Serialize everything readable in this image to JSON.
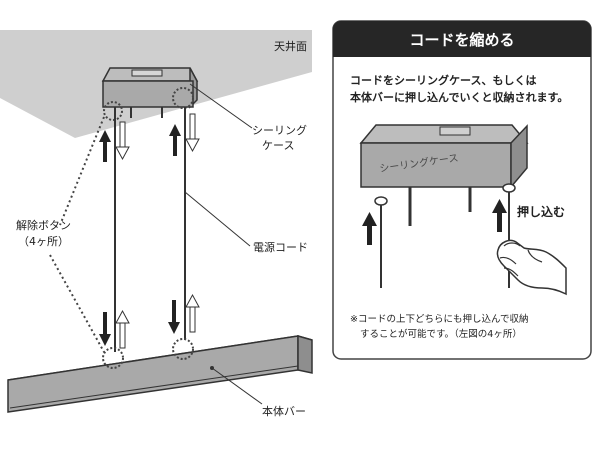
{
  "left": {
    "ceiling_label": "天井面",
    "ceiling_case_label_1": "シーリング",
    "ceiling_case_label_2": "ケース",
    "release_button_label_1": "解除ボタン",
    "release_button_label_2": "（4ヶ所）",
    "power_cord_label": "電源コード",
    "body_bar_label": "本体バー"
  },
  "right": {
    "header_title": "コードを縮める",
    "description_line_1": "コードをシーリングケース、もしくは",
    "description_line_2": "本体バーに押し込んでいくと収納されます。",
    "case_face_label": "シーリングケース",
    "push_label": "押し込む",
    "note_line_1": "※コードの上下どちらにも押し込んで収納",
    "note_line_2": "することが可能です。（左図の4ヶ所）"
  },
  "colors": {
    "ceiling": "#cfcfcf",
    "case_fill": "#a9a9a9",
    "panel_header": "#262626",
    "panel_border": "#444444"
  }
}
